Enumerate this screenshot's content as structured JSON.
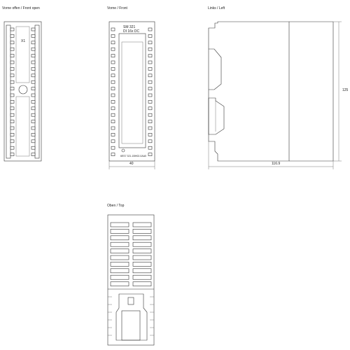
{
  "views": {
    "front_open": {
      "label": "Vorne offen / Front open",
      "module_text": "X1"
    },
    "front": {
      "label": "Vorne / Front",
      "module_text_1": "SM 321",
      "module_text_2": "DI 16x DC",
      "module_text_3": "6ES7 321-1BH02-0AA0",
      "width_dim": "40"
    },
    "left": {
      "label": "Links / Left",
      "depth_dim": "116.9",
      "height_dim": "125"
    },
    "top": {
      "label": "Oben / Top"
    }
  }
}
